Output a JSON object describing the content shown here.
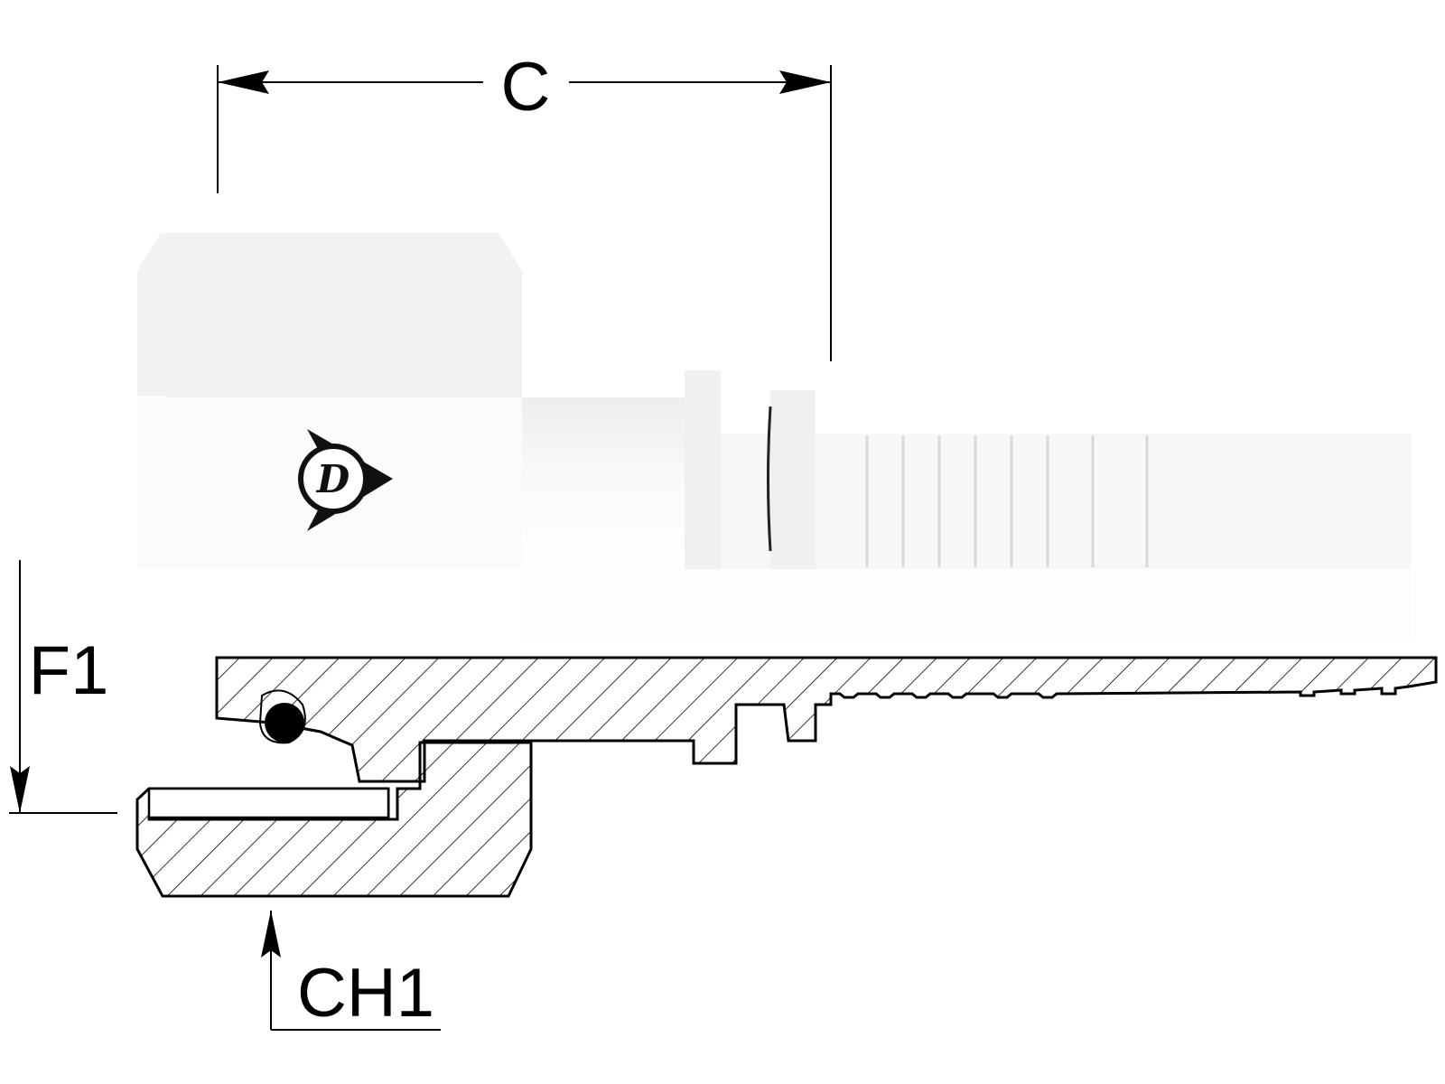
{
  "dimensions": {
    "c_label": "C",
    "f1_label": "F1",
    "ch1_label": "CH1"
  },
  "logo": {
    "letter": "D"
  },
  "colors": {
    "line": "#000000",
    "background": "#ffffff",
    "body_fill": "#f2f2f2",
    "highlight": "#ffffff"
  }
}
